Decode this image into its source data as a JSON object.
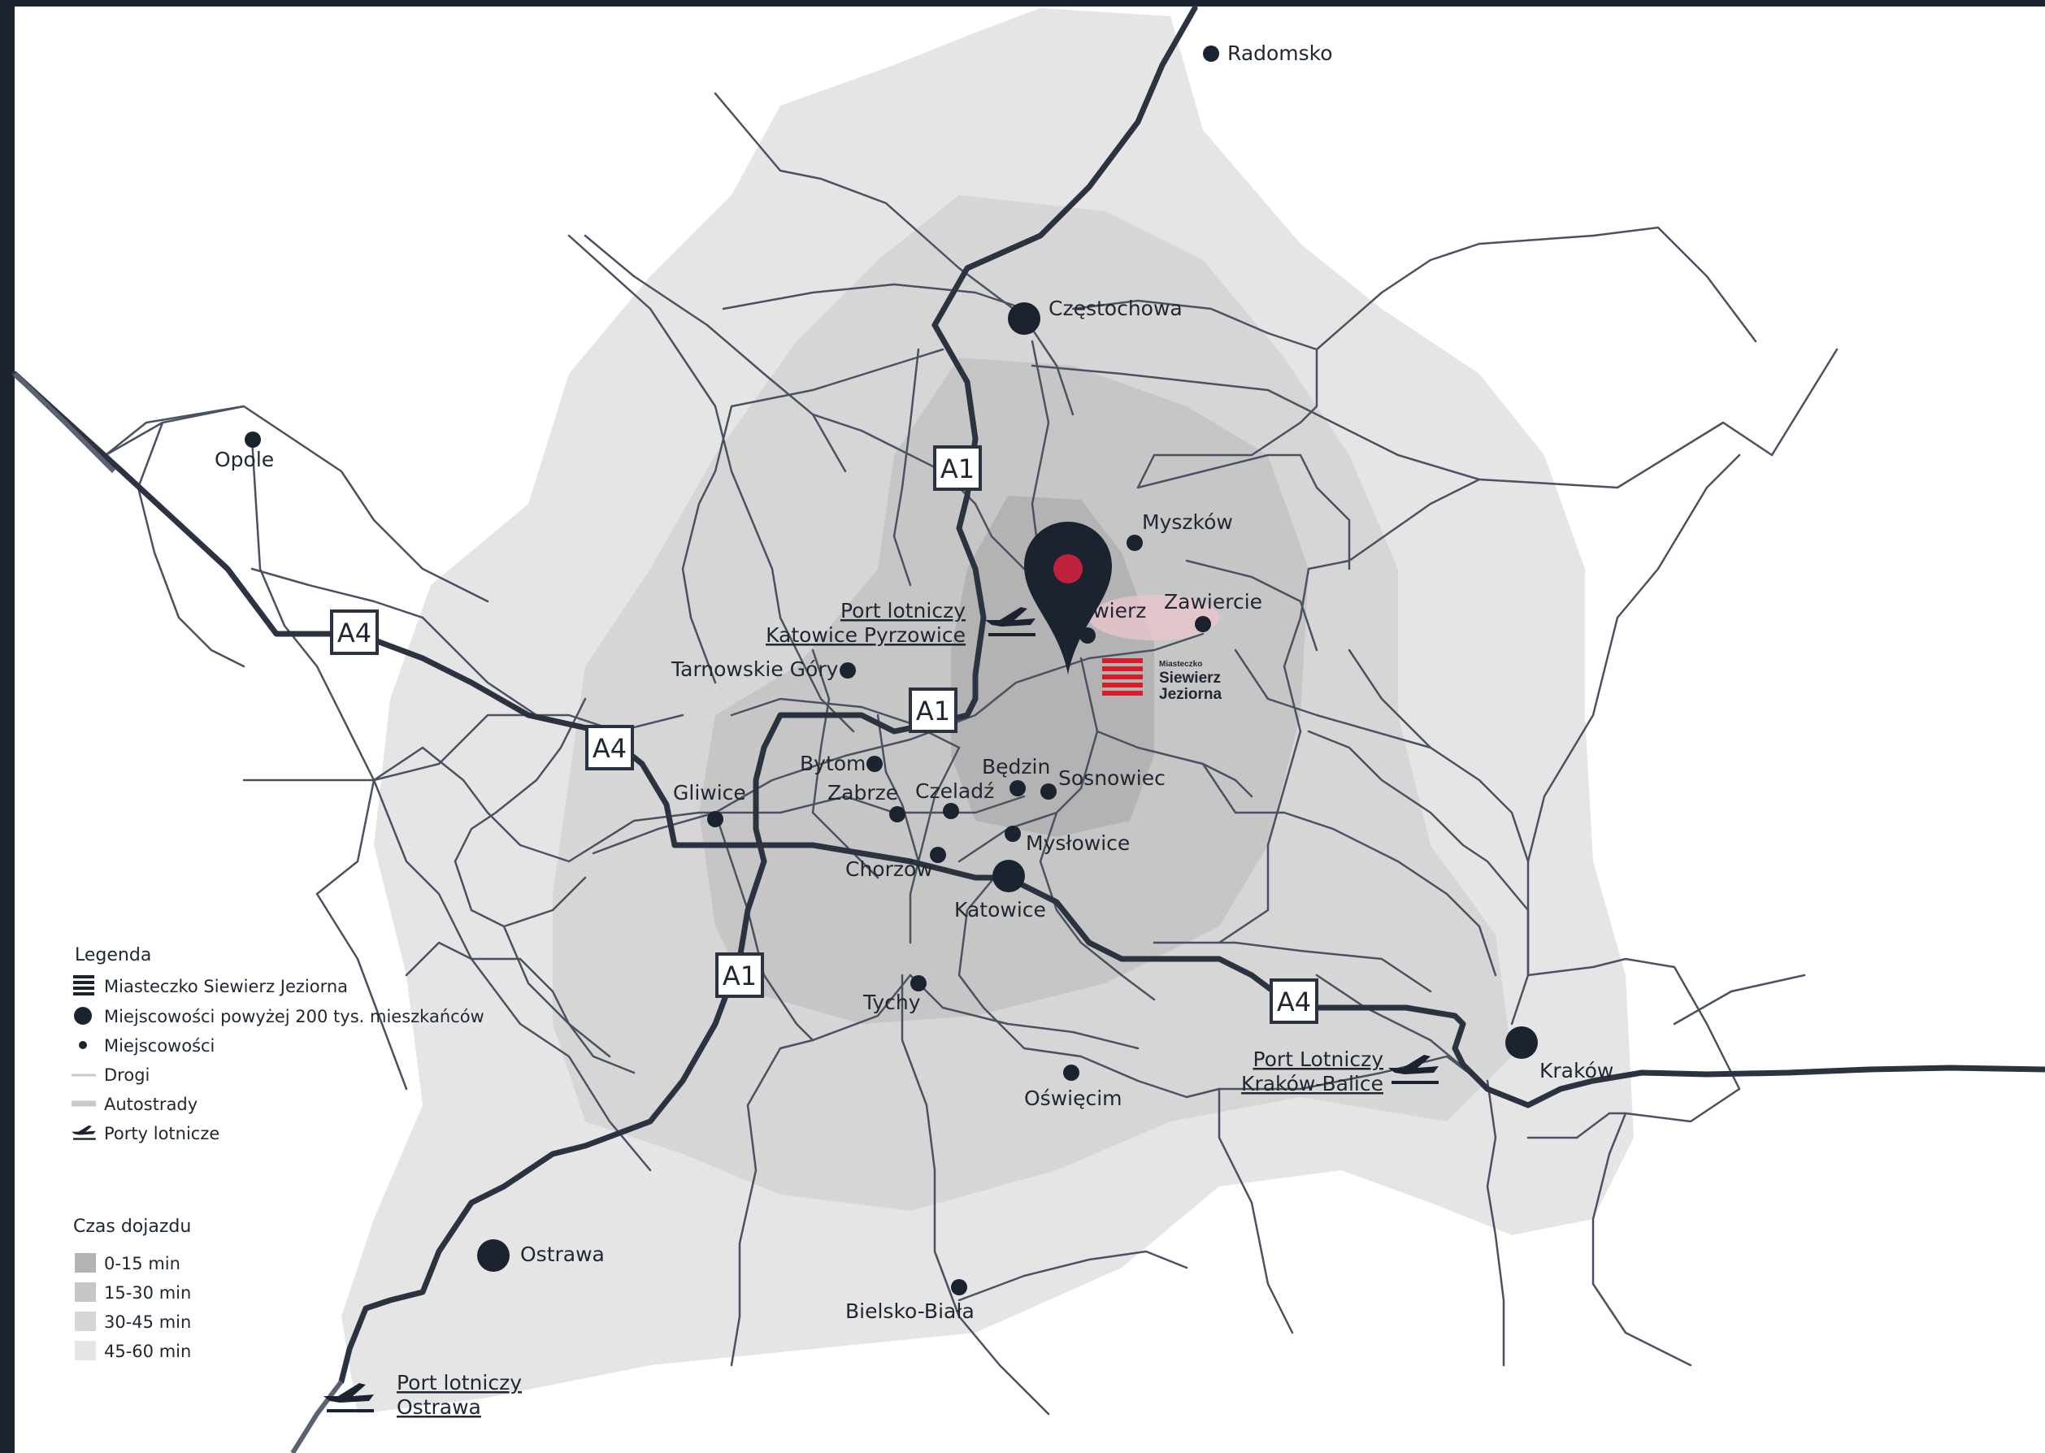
{
  "colors": {
    "frame": "#1b2330",
    "map_background": "#ffffff",
    "zone_45_60": "#e5e5e5",
    "zone_30_45": "#d6d6d6",
    "zone_15_30": "#c6c6c6",
    "zone_0_15": "#b3b3b3",
    "roads": "#4a5261",
    "motorways": "#2b3340",
    "markers": "#1b2330",
    "pin": "#1b2330",
    "pin_dot": "#c0213c",
    "brand_red": "#d81e2b"
  },
  "cities": {
    "radomsko": "Radomsko",
    "czestochowa": "Częstochowa",
    "opole": "Opole",
    "myszkow": "Myszków",
    "siewierz": "Siewierz",
    "zawiercie": "Zawiercie",
    "tarnowskie_gory": "Tarnowskie Góry",
    "bytom": "Bytom",
    "gliwice": "Gliwice",
    "zabrze": "Zabrze",
    "czeladz": "Czeladź",
    "bedzin": "Będzin",
    "sosnowiec": "Sosnowiec",
    "myslowice": "Mysłowice",
    "chorzow": "Chorzów",
    "katowice": "Katowice",
    "tychy": "Tychy",
    "oswiecim": "Oświęcim",
    "krakow": "Kraków",
    "ostrawa": "Ostrawa",
    "bielsko_biala": "Bielsko-Biała"
  },
  "airports": {
    "katowice_line1": "Port lotniczy",
    "katowice_line2": "Katowice Pyrzowice",
    "krakow_line1": "Port Lotniczy",
    "krakow_line2": "Kraków-Balice",
    "ostrawa_line1": "Port lotniczy",
    "ostrawa_line2": "Ostrawa"
  },
  "highways": {
    "a1": "A1",
    "a4": "A4"
  },
  "brand": {
    "small": "Miasteczko",
    "line1": "Siewierz",
    "line2": "Jeziorna"
  },
  "legend": {
    "title": "Legenda",
    "items": [
      "Miasteczko Siewierz Jeziorna",
      "Miejscowości powyżej 200 tys. mieszkańców",
      "Miejscowości",
      "Drogi",
      "Autostrady",
      "Porty lotnicze"
    ],
    "travel_title": "Czas dojazdu",
    "travel_items": [
      "0-15 min",
      "15-30 min",
      "30-45 min",
      "45-60 min"
    ]
  }
}
